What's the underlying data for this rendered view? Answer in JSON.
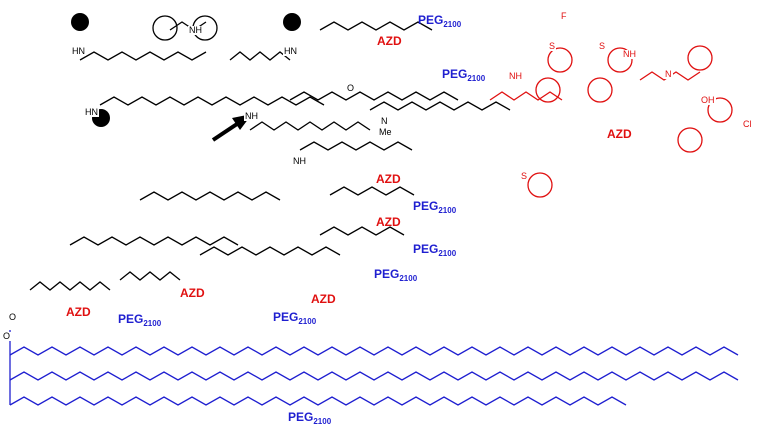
{
  "labels": {
    "peg_name": "PEG",
    "peg_sub": "2100",
    "azd": "AZD",
    "azd_title": "AZD",
    "peg_title": "PEG",
    "peg_title_sub": "2100"
  },
  "atoms": {
    "N": "N",
    "H": "H",
    "NH": "NH",
    "HN": "HN",
    "O": "O",
    "Me": "Me",
    "S": "S",
    "F": "F",
    "Cl": "Cl",
    "OH": "OH",
    "N_H": "N"
  },
  "colors": {
    "peg": "#1f1fd0",
    "azd": "#e01010",
    "core": "#000000"
  }
}
